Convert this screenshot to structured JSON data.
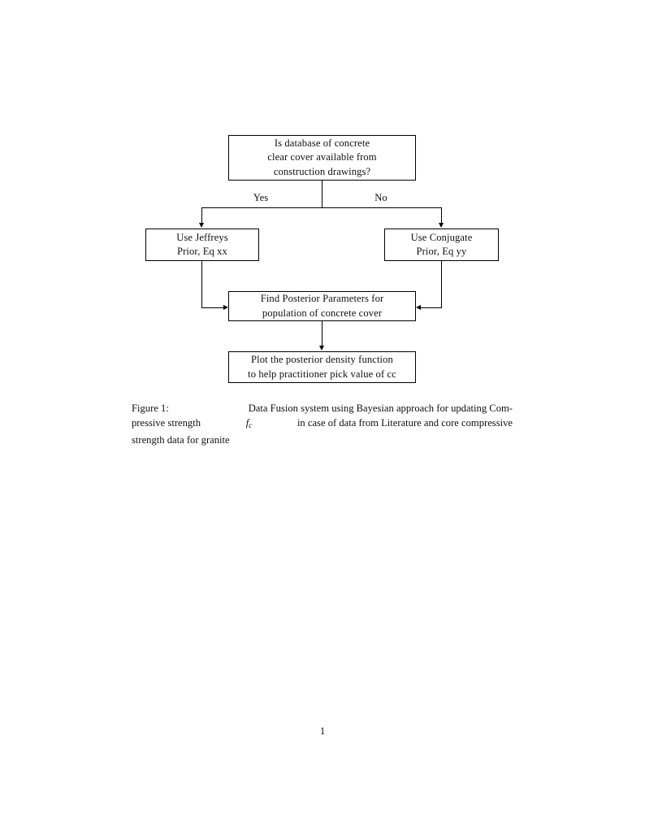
{
  "document": {
    "page_number": "1",
    "background_color": "#ffffff",
    "text_color": "#111111"
  },
  "figure": {
    "nodes": [
      {
        "id": "decision",
        "name": "decision-node",
        "lines": [
          "Is database of concrete",
          "clear cover available from",
          "construction drawings?"
        ]
      },
      {
        "id": "jeffreys",
        "name": "jeffreys-prior-node",
        "lines": [
          "Use Jeffreys",
          "Prior, Eq xx"
        ]
      },
      {
        "id": "conjugate",
        "name": "conjugate-prior-node",
        "lines": [
          "Use Conjugate",
          "Prior, Eq yy"
        ]
      },
      {
        "id": "posterior",
        "name": "find-posterior-node",
        "lines": [
          "Find Posterior Parameters for",
          "population of concrete cover"
        ]
      },
      {
        "id": "plot",
        "name": "plot-posterior-node",
        "lines": [
          "Plot the posterior density function",
          "to help practitioner pick value of cc"
        ]
      }
    ],
    "edge_labels": {
      "yes": "Yes",
      "no": "No"
    },
    "line_color": "#000000"
  },
  "caption": {
    "label": "Figure 1:",
    "line1_rest": "Data Fusion system using Bayesian approach for updating Com-",
    "line2_a": "pressive strength",
    "line2_math_base": "f",
    "line2_math_sub": "c",
    "line2_b": "in case of data from Literature and core compressive",
    "line3": "strength data for granite",
    "full_text": "Figure 1: Data Fusion system using Bayesian approach for updating Compressive strength fc in case of data from Literature and core compressive strength data for granite"
  }
}
